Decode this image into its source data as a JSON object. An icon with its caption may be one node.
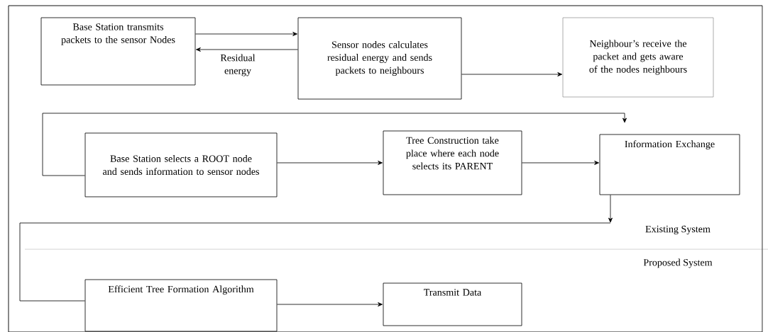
{
  "diagram": {
    "nodes": [
      {
        "text": [
          "Base Station transmits packets to the sensor Nodes"
        ]
      },
      {
        "text": [
          "Sensor nodes calculates residual energy and sends packets to neighbours"
        ]
      },
      {
        "text": [
          "Neighbour’s receive the packet and gets aware of the nodes neighbours"
        ]
      },
      {
        "text": [
          "Base Station selects a ROOT node and sends information to sensor nodes"
        ]
      },
      {
        "text": [
          "Tree Construction take place where each node selects its PARENT"
        ]
      },
      {
        "text": [
          "Information Exchange"
        ]
      },
      {
        "text": [
          "Efficient Tree Formation Algorithm"
        ]
      },
      {
        "text": [
          "Transmit Data"
        ]
      }
    ],
    "edges": [
      {
        "from": 0,
        "to": 1,
        "arrow": "to"
      },
      {
        "from": 1,
        "to": 0,
        "arrow": "to",
        "label": "Residual energy"
      },
      {
        "from": 1,
        "to": 2,
        "arrow": "to"
      },
      {
        "from": 3,
        "to": null,
        "arrow": "to"
      },
      {
        "from": 3,
        "to": 4,
        "arrow": "to"
      },
      {
        "from": 4,
        "to": 5,
        "arrow": "to"
      },
      {
        "from": 5,
        "to": null,
        "arrow": "to"
      },
      {
        "from": 6,
        "to": null,
        "arrow": "none"
      },
      {
        "from": 6,
        "to": 7,
        "arrow": "to"
      }
    ],
    "labels": [
      "Existing System",
      "Proposed System"
    ]
  }
}
